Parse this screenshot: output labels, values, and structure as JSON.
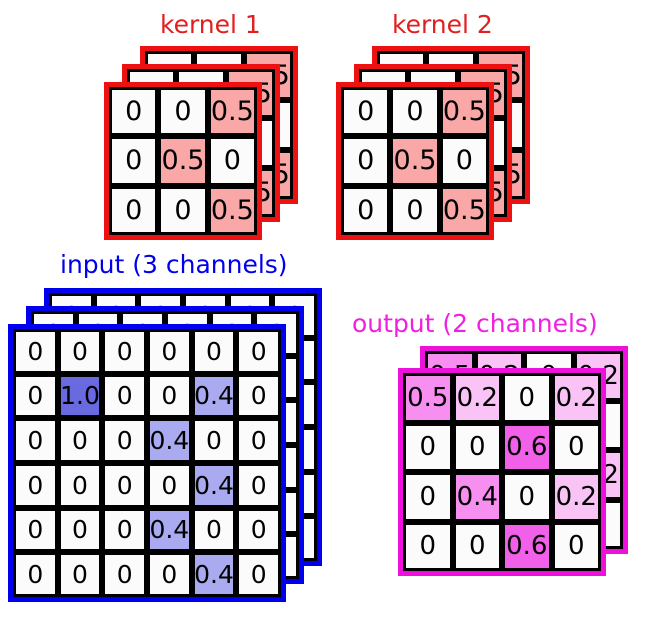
{
  "diagram": {
    "description": "2D convolution illustration: 3-channel input convolved with two 3-channel kernels producing a 2-channel output",
    "colors": {
      "kernel_accent": "#e02020",
      "kernel_border": "#ee1111",
      "kernel_fill_high": "#f9a7a7",
      "input_accent": "#0000ee",
      "input_border": "#0000ee",
      "input_fill_high": "#6a6ae0",
      "input_fill_low": "#aaaaf0",
      "output_accent": "#f020e0",
      "output_border": "#ee11dd",
      "output_fill_high": "#f060e8",
      "output_fill_mid": "#f78ff0",
      "output_fill_low": "#f9c4f5",
      "cell_bg": "#fbfbfb",
      "grid_line": "#000000"
    },
    "titles": {
      "kernel1": "kernel 1",
      "kernel2": "kernel 2",
      "input": "input (3 channels)",
      "output": "output (2 channels)"
    }
  },
  "kernel1": {
    "label": "kernel 1",
    "channels": 3,
    "rows": 3,
    "cols": 3,
    "layers": [
      {
        "name": "channel-3",
        "values": [
          [
            "0",
            "0",
            "0.5"
          ],
          [
            "0",
            "0.5",
            "0"
          ],
          [
            "0",
            "0",
            "0.5"
          ]
        ],
        "fills": [
          [
            0,
            0,
            1
          ],
          [
            0,
            1,
            0
          ],
          [
            0,
            0,
            1
          ]
        ]
      },
      {
        "name": "channel-2",
        "values": [
          [
            "0",
            "0",
            "0.5"
          ],
          [
            "0",
            "0.5",
            "0"
          ],
          [
            "0",
            "0",
            "0.5"
          ]
        ],
        "fills": [
          [
            0,
            0,
            1
          ],
          [
            0,
            1,
            0
          ],
          [
            0,
            0,
            1
          ]
        ]
      },
      {
        "name": "channel-1",
        "values": [
          [
            "0",
            "0",
            "0.5"
          ],
          [
            "0",
            "0.5",
            "0"
          ],
          [
            "0",
            "0",
            "0.5"
          ]
        ],
        "fills": [
          [
            0,
            0,
            1
          ],
          [
            0,
            1,
            0
          ],
          [
            0,
            0,
            1
          ]
        ]
      }
    ]
  },
  "kernel2": {
    "label": "kernel 2",
    "channels": 3,
    "rows": 3,
    "cols": 3,
    "layers": [
      {
        "name": "channel-3",
        "values": [
          [
            "0",
            "0",
            "0.5"
          ],
          [
            "0",
            "0.5",
            "0"
          ],
          [
            "0",
            "0",
            "0.5"
          ]
        ],
        "fills": [
          [
            0,
            0,
            1
          ],
          [
            0,
            1,
            0
          ],
          [
            0,
            0,
            1
          ]
        ]
      },
      {
        "name": "channel-2",
        "values": [
          [
            "0",
            "0",
            "0.5"
          ],
          [
            "0",
            "0.5",
            "0"
          ],
          [
            "0",
            "0",
            "0.5"
          ]
        ],
        "fills": [
          [
            0,
            0,
            1
          ],
          [
            0,
            1,
            0
          ],
          [
            0,
            0,
            1
          ]
        ]
      },
      {
        "name": "channel-1",
        "values": [
          [
            "0",
            "0",
            "0.5"
          ],
          [
            "0",
            "0.5",
            "0"
          ],
          [
            "0",
            "0",
            "0.5"
          ]
        ],
        "fills": [
          [
            0,
            0,
            1
          ],
          [
            0,
            1,
            0
          ],
          [
            0,
            0,
            1
          ]
        ]
      }
    ]
  },
  "input": {
    "label": "input (3 channels)",
    "channels": 3,
    "rows": 6,
    "cols": 6,
    "layers": [
      {
        "name": "channel-3",
        "values": [
          [
            "0",
            "0",
            "0",
            "0",
            "0",
            "0"
          ],
          [
            "0",
            "1.0",
            "0",
            "0",
            "0.4",
            "0"
          ],
          [
            "0",
            "0",
            "0",
            "0.4",
            "0",
            "0"
          ],
          [
            "0",
            "0",
            "0",
            "0",
            "0.4",
            "0"
          ],
          [
            "0",
            "0",
            "0",
            "0.4",
            "0",
            "0"
          ],
          [
            "0",
            "0",
            "0",
            "0",
            "0.4",
            "0"
          ]
        ],
        "fills": [
          [
            0,
            0,
            0,
            0,
            0,
            0
          ],
          [
            0,
            2,
            0,
            0,
            1,
            0
          ],
          [
            0,
            0,
            0,
            1,
            0,
            0
          ],
          [
            0,
            0,
            0,
            0,
            1,
            0
          ],
          [
            0,
            0,
            0,
            1,
            0,
            0
          ],
          [
            0,
            0,
            0,
            0,
            1,
            0
          ]
        ]
      },
      {
        "name": "channel-2",
        "values": [
          [
            "0",
            "0",
            "0",
            "0",
            "0",
            "0"
          ],
          [
            "0",
            "1.0",
            "0",
            "0",
            "0.4",
            "0"
          ],
          [
            "0",
            "0",
            "0",
            "0.4",
            "0",
            "0"
          ],
          [
            "0",
            "0",
            "0",
            "0",
            "0.4",
            "0"
          ],
          [
            "0",
            "0",
            "0",
            "0.4",
            "0",
            "0"
          ],
          [
            "0",
            "0",
            "0",
            "0",
            "0.4",
            "0"
          ]
        ],
        "fills": [
          [
            0,
            0,
            0,
            0,
            0,
            0
          ],
          [
            0,
            2,
            0,
            0,
            1,
            0
          ],
          [
            0,
            0,
            0,
            1,
            0,
            0
          ],
          [
            0,
            0,
            0,
            0,
            1,
            0
          ],
          [
            0,
            0,
            0,
            1,
            0,
            0
          ],
          [
            0,
            0,
            0,
            0,
            1,
            0
          ]
        ]
      },
      {
        "name": "channel-1",
        "values": [
          [
            "0",
            "0",
            "0",
            "0",
            "0",
            "0"
          ],
          [
            "0",
            "1.0",
            "0",
            "0",
            "0.4",
            "0"
          ],
          [
            "0",
            "0",
            "0",
            "0.4",
            "0",
            "0"
          ],
          [
            "0",
            "0",
            "0",
            "0",
            "0.4",
            "0"
          ],
          [
            "0",
            "0",
            "0",
            "0.4",
            "0",
            "0"
          ],
          [
            "0",
            "0",
            "0",
            "0",
            "0.4",
            "0"
          ]
        ],
        "fills": [
          [
            0,
            0,
            0,
            0,
            0,
            0
          ],
          [
            0,
            2,
            0,
            0,
            1,
            0
          ],
          [
            0,
            0,
            0,
            1,
            0,
            0
          ],
          [
            0,
            0,
            0,
            0,
            1,
            0
          ],
          [
            0,
            0,
            0,
            1,
            0,
            0
          ],
          [
            0,
            0,
            0,
            0,
            1,
            0
          ]
        ]
      }
    ]
  },
  "output": {
    "label": "output (2 channels)",
    "channels": 2,
    "rows": 4,
    "cols": 4,
    "layers": [
      {
        "name": "channel-2",
        "values": [
          [
            "0.5",
            "0.2",
            "0",
            "0.2"
          ],
          [
            "0",
            "0",
            "0.6",
            "0"
          ],
          [
            "0",
            "0.4",
            "0",
            "0.2"
          ],
          [
            "0",
            "0",
            "0.6",
            "0"
          ]
        ],
        "fills": [
          [
            2,
            1,
            0,
            1
          ],
          [
            0,
            0,
            3,
            0
          ],
          [
            0,
            2,
            0,
            1
          ],
          [
            0,
            0,
            3,
            0
          ]
        ]
      },
      {
        "name": "channel-1",
        "values": [
          [
            "0.5",
            "0.2",
            "0",
            "0.2"
          ],
          [
            "0",
            "0",
            "0.6",
            "0"
          ],
          [
            "0",
            "0.4",
            "0",
            "0.2"
          ],
          [
            "0",
            "0",
            "0.6",
            "0"
          ]
        ],
        "fills": [
          [
            2,
            1,
            0,
            1
          ],
          [
            0,
            0,
            3,
            0
          ],
          [
            0,
            2,
            0,
            1
          ],
          [
            0,
            0,
            3,
            0
          ]
        ]
      }
    ]
  }
}
